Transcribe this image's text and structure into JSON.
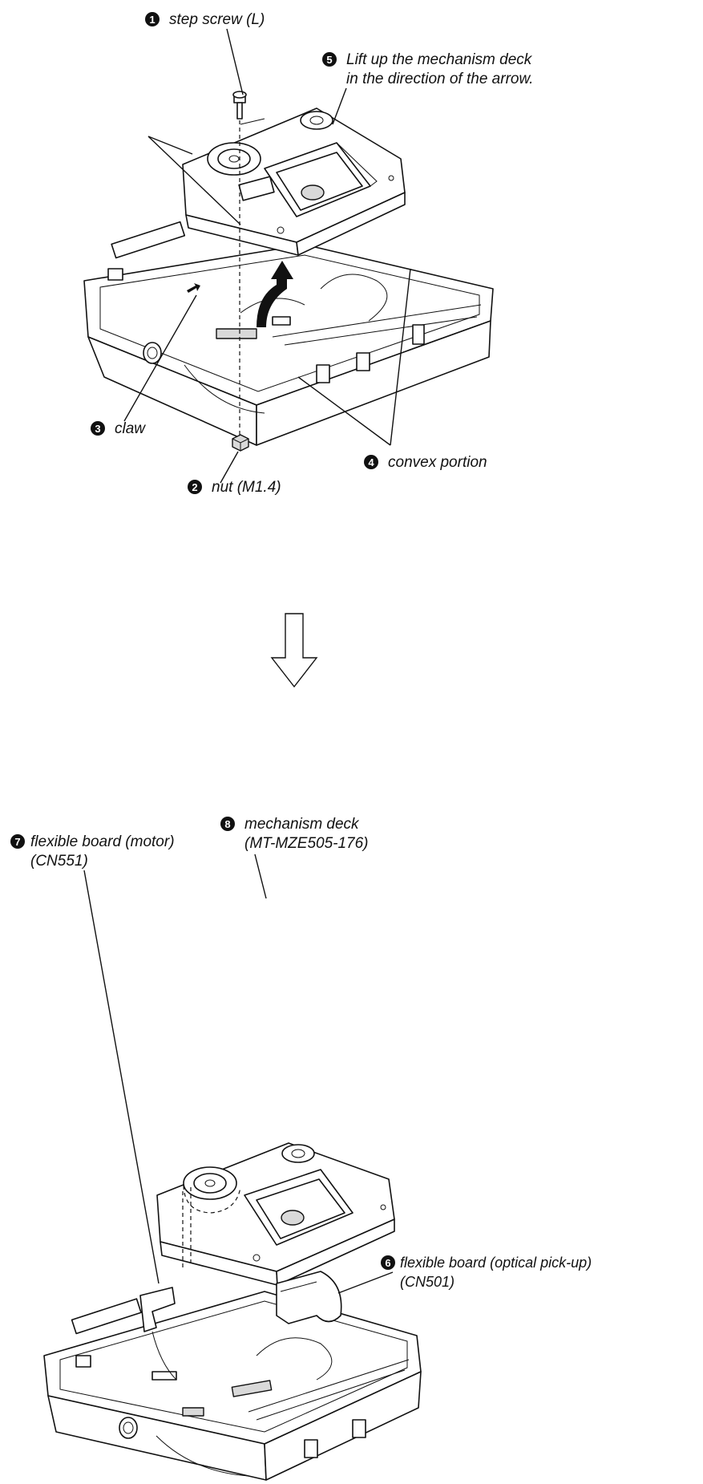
{
  "step1": {
    "labels": [
      {
        "num": "1",
        "text": "step screw (L)"
      },
      {
        "num": "5",
        "text": "Lift up the mechanism deck",
        "text2": "in the direction of the arrow."
      },
      {
        "num": "3",
        "text": "claw"
      },
      {
        "num": "4",
        "text": "convex portion"
      },
      {
        "num": "2",
        "text": "nut (M1.4)"
      }
    ]
  },
  "step2": {
    "labels": [
      {
        "num": "8",
        "text": "mechanism deck",
        "text2": "(MT-MZE505-176)"
      },
      {
        "num": "7",
        "text": "flexible board (motor)",
        "text2": "(CN551)"
      },
      {
        "num": "6",
        "text": "flexible board (optical pick-up)",
        "text2": "(CN501)"
      }
    ]
  },
  "icons": [
    "step-arrow-down-icon"
  ]
}
